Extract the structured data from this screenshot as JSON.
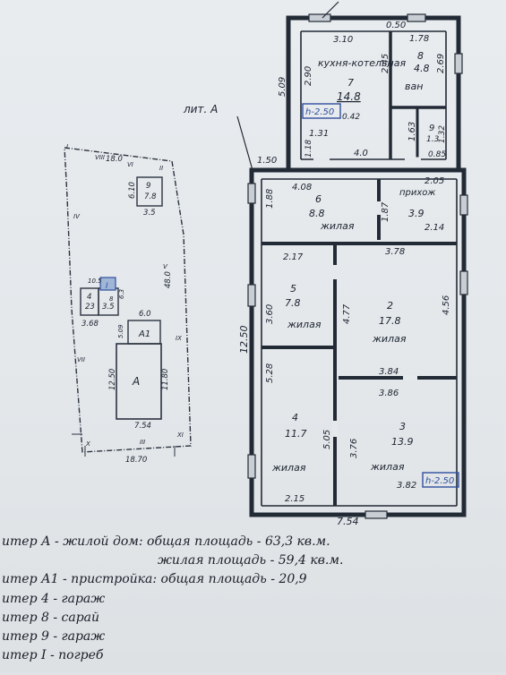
{
  "plan": {
    "lit_label": "лит. А",
    "dimensions": {
      "top_a": "3.10",
      "top_b": "0.50",
      "top_c": "1.78",
      "kitchen_left": "2.90",
      "kitchen_right": "2.45",
      "bath_right": "2.69",
      "outer_left_top": "5.09",
      "kitchen_bottom_a": "1.31",
      "door_small": "0.42",
      "left_small": "1.18",
      "kitchen_bottom_b": "4.0",
      "corridor_a": "1.63",
      "corridor_b": "1.32",
      "corridor_c": "0.85",
      "corridor_offset": "1.50",
      "room6_top": "4.08",
      "room6_left": "1.88",
      "hall_top": "2.05",
      "hall_left": "1.87",
      "hall_bottom": "2.14",
      "room5_top": "2.17",
      "room2_top": "3.78",
      "room5_left": "3.60",
      "room2_left": "4.77",
      "room2_right": "4.56",
      "overall_height": "12.50",
      "room2_bottom": "3.84",
      "room3_top": "3.86",
      "room4_left": "5.28",
      "room4_right": "5.05",
      "room3_left": "3.76",
      "room4_bottom": "2.15",
      "room3_bottom": "3.82",
      "overall_width": "7.54"
    },
    "rooms": [
      {
        "number": "7",
        "area": "14.8",
        "name": "кухня-котельная"
      },
      {
        "number": "8",
        "area": "4.8",
        "name": "ван"
      },
      {
        "number": "9",
        "area": "1.3",
        "name": ""
      },
      {
        "number": "6",
        "area": "8.8",
        "name": "жилая"
      },
      {
        "number": "",
        "area": "3.9",
        "name": "прихож"
      },
      {
        "number": "5",
        "area": "7.8",
        "name": "жилая"
      },
      {
        "number": "2",
        "area": "17.8",
        "name": "жилая"
      },
      {
        "number": "4",
        "area": "11.7",
        "name": "жилая"
      },
      {
        "number": "3",
        "area": "13.9",
        "name": "жилая"
      }
    ],
    "ceiling_marks": [
      "h-2.50",
      "h-2.50"
    ]
  },
  "site": {
    "dimensions": {
      "top": "18.0",
      "shed_left": "6.10",
      "shed_bottom": "3.5",
      "right": "48.0",
      "small_left": "3.68",
      "small_height": "5.09",
      "annex_top": "6.0",
      "house_left": "12.50",
      "house_right": "11.80",
      "house_bottom": "7.54",
      "bottom": "18.70",
      "side_a": "10.5",
      "side_b": "6.3"
    },
    "buildings": [
      {
        "label": "9",
        "area": "7.8"
      },
      {
        "label": "4",
        "area": "23"
      },
      {
        "label": "I",
        "area": "3.5"
      },
      {
        "label": "8",
        "area": ""
      },
      {
        "label": "A1",
        "area": ""
      },
      {
        "label": "А",
        "area": ""
      }
    ],
    "boundary_marks": [
      "I",
      "II",
      "III",
      "IV",
      "V",
      "VI",
      "VII",
      "VIII",
      "IX",
      "X",
      "XI"
    ]
  },
  "legend": [
    "итер А - жилой дом: общая площадь - 63,3 кв.м.",
    "жилая площадь - 59,4 кв.м.",
    "итер А1 - пристройка: общая площадь  - 20,9",
    "итер 4 - гараж",
    "итер 8 - сарай",
    "итер 9 - гараж",
    "итер I - погреб"
  ],
  "colors": {
    "paper": "#e6e9ec",
    "ink": "#1b2330",
    "pen_blue": "#2f4f9e",
    "window_grey": "#b8bec4"
  }
}
